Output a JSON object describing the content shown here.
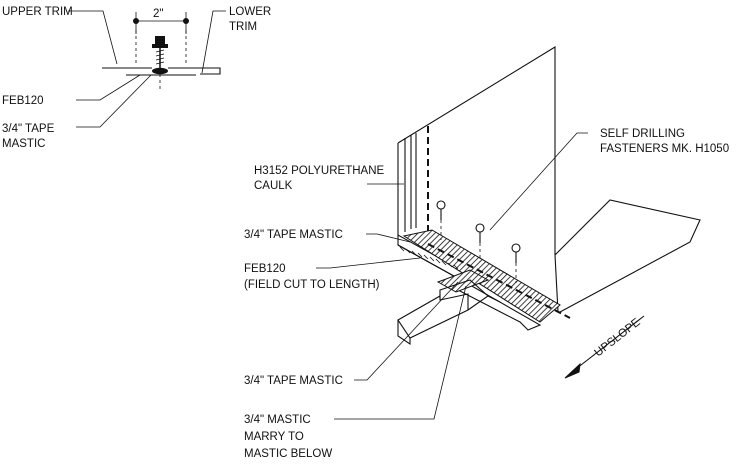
{
  "labels": {
    "upper_trim": "UPPER TRIM",
    "lower_trim_1": "LOWER",
    "lower_trim_2": "TRIM",
    "dim_2in": "2\"",
    "feb120_top": "FEB120",
    "tape_mastic_top_1": "3/4\" TAPE",
    "tape_mastic_top_2": "MASTIC",
    "caulk_1": "H3152 POLYURETHANE",
    "caulk_2": "CAULK",
    "fasteners_1": "SELF DRILLING",
    "fasteners_2": "FASTENERS MK. H1050",
    "tape_mastic_mid": "3/4\" TAPE MASTIC",
    "feb120_mid_1": "FEB120",
    "feb120_mid_2": "(FIELD CUT TO LENGTH)",
    "tape_mastic_low": "3/4\" TAPE MASTIC",
    "mastic_marry_1": "3/4\" MASTIC",
    "mastic_marry_2": "MARRY TO",
    "mastic_marry_3": "MASTIC BELOW",
    "upslope": "UPSLOPE"
  },
  "colors": {
    "line": "#111111",
    "background": "#ffffff"
  }
}
